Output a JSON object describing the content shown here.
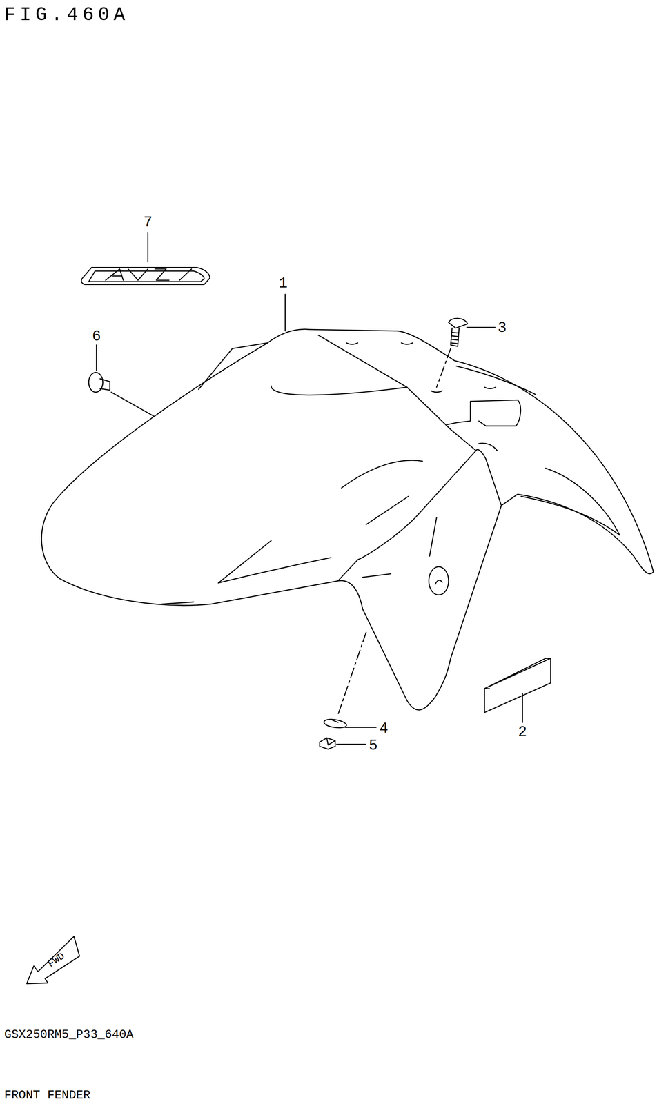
{
  "diagram": {
    "title": "FIG.460A",
    "caption": "FRONT FENDER",
    "labels": [
      "7",
      "1",
      "3",
      "6",
      "4",
      "2",
      "5",
      "FWD",
      "GSX250RM5_P33_640A"
    ]
  }
}
